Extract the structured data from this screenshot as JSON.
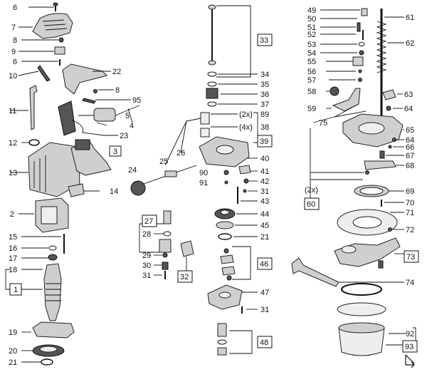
{
  "labels": {
    "l6a": "6",
    "l7": "7",
    "l8a": "8",
    "l9": "9",
    "l6b": "6",
    "l10": "10",
    "l22": "22",
    "l8b": "8",
    "l95": "95",
    "l11": "11",
    "l5": "5",
    "l4": "4",
    "l23": "23",
    "l12": "12",
    "l3": "3",
    "l13": "13",
    "l14": "14",
    "l2": "2",
    "l15": "15",
    "l16": "16",
    "l17": "17",
    "l18": "18",
    "l1": "1",
    "l19": "19",
    "l20": "20",
    "l21a": "21",
    "l33": "33",
    "l34": "34",
    "l35": "35",
    "l36": "36",
    "l37": "37",
    "l89": "89",
    "l38": "38",
    "l2x": "(2x)",
    "l4x": "(4x)",
    "l39": "39",
    "l25": "25",
    "l26": "26",
    "l40": "40",
    "l24": "24",
    "l41": "41",
    "l90": "90",
    "l42": "42",
    "l91": "91",
    "l31a": "31",
    "l43": "43",
    "l27": "27",
    "l44": "44",
    "l28": "28",
    "l45": "45",
    "l21b": "21",
    "l29": "29",
    "l30": "30",
    "l31b": "31",
    "l32": "32",
    "l46": "46",
    "l47": "47",
    "l31c": "31",
    "l48": "48",
    "l49": "49",
    "l50": "50",
    "l51": "51",
    "l52": "52",
    "l53": "53",
    "l54": "54",
    "l55": "55",
    "l56": "56",
    "l57": "57",
    "l61": "61",
    "l62": "62",
    "l58": "58",
    "l63": "63",
    "l59": "59",
    "l64": "64",
    "l75": "75",
    "l65": "65",
    "l66": "66",
    "l67": "67",
    "l68": "68",
    "l2x60": "(2x)",
    "l60": "60",
    "l69": "69",
    "l70": "70",
    "l71": "71",
    "l72": "72",
    "l73": "73",
    "l74": "74",
    "l92": "92",
    "l93": "93"
  },
  "icons": {
    "corner": "arrow-corner-icon"
  }
}
